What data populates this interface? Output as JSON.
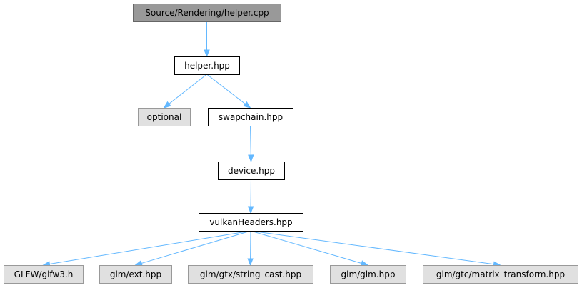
{
  "graph": {
    "title": "Source/Rendering/helper.cpp",
    "colors": {
      "edge": "#63b8ff",
      "root_fill": "#999999",
      "root_stroke": "#666666",
      "local_fill": "#ffffff",
      "local_stroke": "#000000",
      "system_fill": "#e0e0e0",
      "system_stroke": "#999999"
    },
    "nodes": [
      {
        "id": "helper_cpp",
        "label": "Source/Rendering/helper.cpp",
        "kind": "root"
      },
      {
        "id": "helper_hpp",
        "label": "helper.hpp",
        "kind": "local"
      },
      {
        "id": "optional",
        "label": "optional",
        "kind": "system"
      },
      {
        "id": "swapchain_hpp",
        "label": "swapchain.hpp",
        "kind": "local"
      },
      {
        "id": "device_hpp",
        "label": "device.hpp",
        "kind": "local"
      },
      {
        "id": "vulkanHeaders_hpp",
        "label": "vulkanHeaders.hpp",
        "kind": "local"
      },
      {
        "id": "glfw3_h",
        "label": "GLFW/glfw3.h",
        "kind": "system"
      },
      {
        "id": "glm_ext_hpp",
        "label": "glm/ext.hpp",
        "kind": "system"
      },
      {
        "id": "string_cast_hpp",
        "label": "glm/gtx/string_cast.hpp",
        "kind": "system"
      },
      {
        "id": "glm_glm_hpp",
        "label": "glm/glm.hpp",
        "kind": "system"
      },
      {
        "id": "matrix_transform_hpp",
        "label": "glm/gtc/matrix_transform.hpp",
        "kind": "system"
      }
    ],
    "edges": [
      {
        "from": "helper_cpp",
        "to": "helper_hpp"
      },
      {
        "from": "helper_hpp",
        "to": "optional"
      },
      {
        "from": "helper_hpp",
        "to": "swapchain_hpp"
      },
      {
        "from": "swapchain_hpp",
        "to": "device_hpp"
      },
      {
        "from": "device_hpp",
        "to": "vulkanHeaders_hpp"
      },
      {
        "from": "vulkanHeaders_hpp",
        "to": "glfw3_h"
      },
      {
        "from": "vulkanHeaders_hpp",
        "to": "glm_ext_hpp"
      },
      {
        "from": "vulkanHeaders_hpp",
        "to": "string_cast_hpp"
      },
      {
        "from": "vulkanHeaders_hpp",
        "to": "glm_glm_hpp"
      },
      {
        "from": "vulkanHeaders_hpp",
        "to": "matrix_transform_hpp"
      }
    ]
  }
}
